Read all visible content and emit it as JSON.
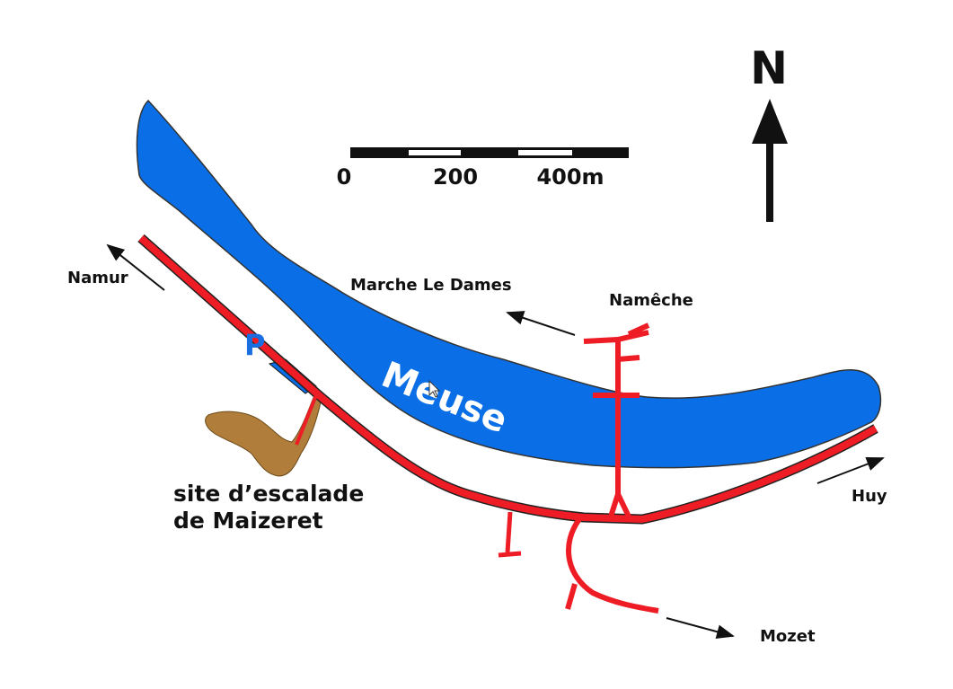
{
  "map": {
    "river_label": "Meuse",
    "parking_label": "P",
    "north_label": "N",
    "site_label_line1": "site d’escalade",
    "site_label_line2": "de Maizeret",
    "places": {
      "namur": "Namur",
      "marche": "Marche Le Dames",
      "nameche": "Namêche",
      "huy": "Huy",
      "mozet": "Mozet"
    },
    "scale": {
      "tick_0": "0",
      "tick_200": "200",
      "tick_400": "400m"
    },
    "colors": {
      "river": "#0a6fe6",
      "road": "#ee1c24",
      "site": "#b07d3a",
      "parking": "#1a6fe0"
    }
  }
}
